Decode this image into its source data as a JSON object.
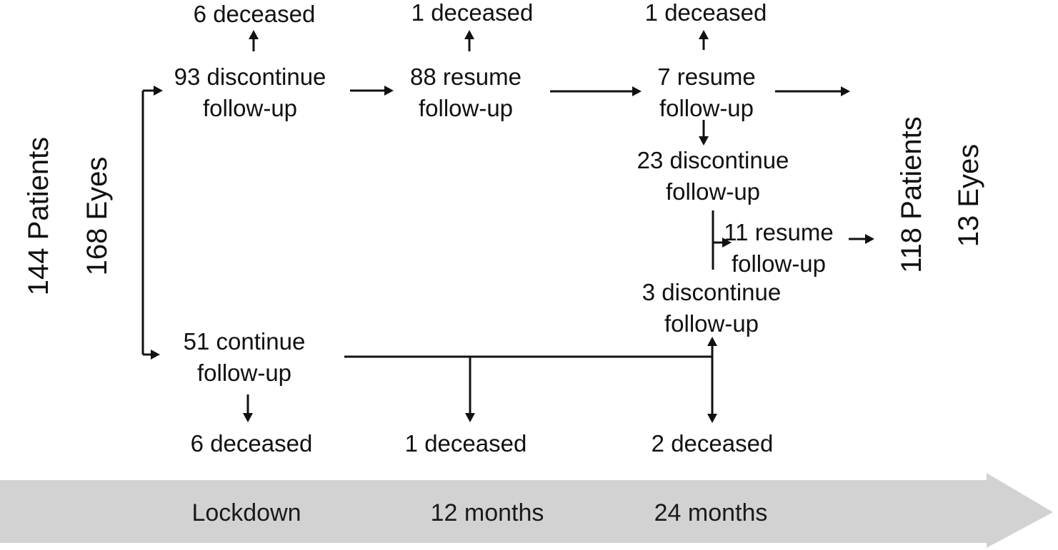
{
  "colors": {
    "line": "#111111",
    "text": "#111111",
    "band": "#d2d2d2",
    "band_text": "#1a1a1a"
  },
  "left_labels": {
    "patients": "144 Patients",
    "eyes": "168 Eyes"
  },
  "right_labels": {
    "patients": "118 Patients",
    "eyes": "13 Eyes"
  },
  "nodes": {
    "deceased6_top": "6 deceased",
    "discontinue93": {
      "line1": "93 discontinue",
      "line2": "follow-up"
    },
    "deceased1_mid": "1 deceased",
    "resume88": {
      "line1": "88 resume",
      "line2": "follow-up"
    },
    "deceased1_right": "1 deceased",
    "resume7": {
      "line1": "7 resume",
      "line2": "follow-up"
    },
    "discontinue23": {
      "line1": "23 discontinue",
      "line2": "follow-up"
    },
    "resume11": {
      "line1": "11 resume",
      "line2": "follow-up"
    },
    "discontinue3": {
      "line1": "3 discontinue",
      "line2": "follow-up"
    },
    "continue51": {
      "line1": "51 continue",
      "line2": "follow-up"
    },
    "deceased6_bottom": "6 deceased",
    "deceased1_bottom": "1 deceased",
    "deceased2_bottom": "2 deceased"
  },
  "timeline": {
    "labels": [
      "Lockdown",
      "12 months",
      "24 months"
    ]
  }
}
